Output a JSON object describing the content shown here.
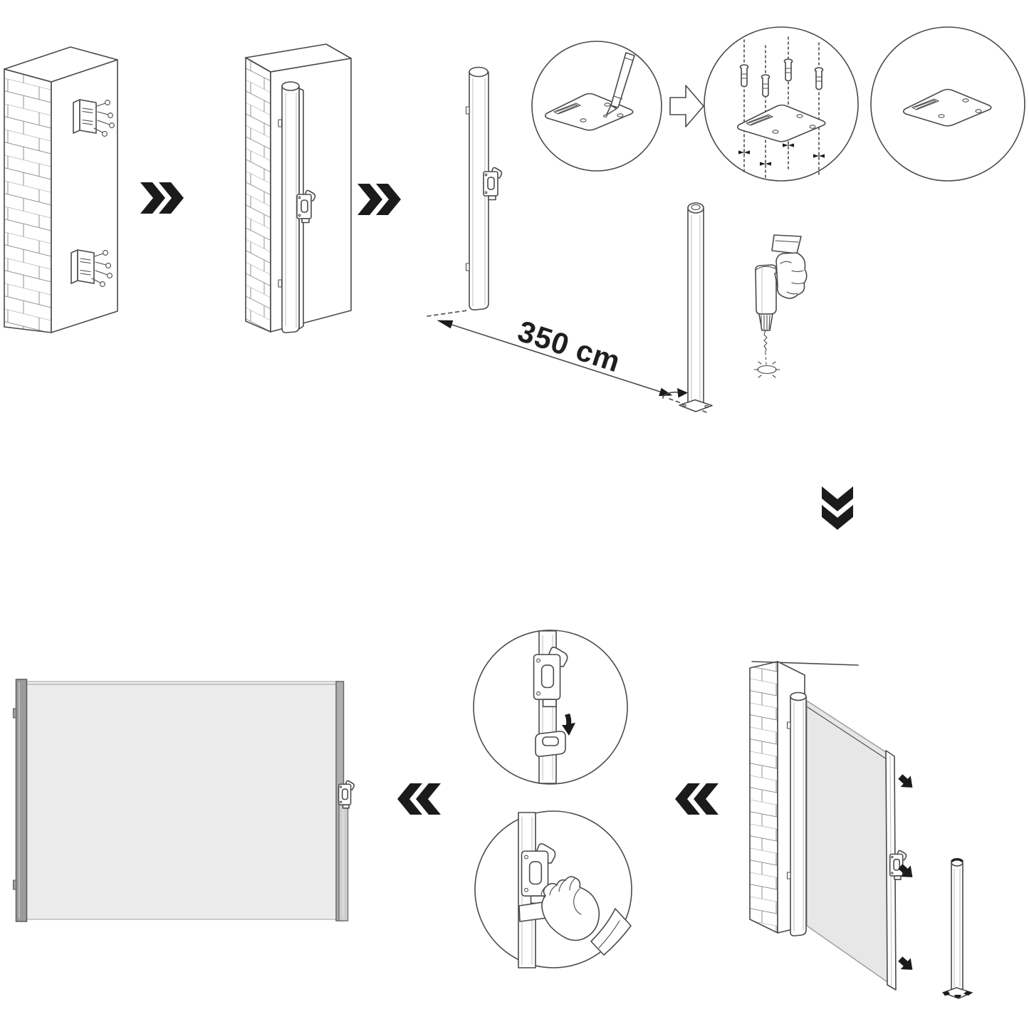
{
  "measurement": {
    "label": "350 cm"
  },
  "flow_icons": {
    "step1_to_step2": "chevron-right",
    "step2_to_step3": "chevron-right",
    "step3_to_step4": "chevron-down",
    "step4_to_step5": "chevron-left",
    "step5_to_step6": "chevron-left",
    "mark_to_anchors": "arrow-right-outline",
    "handle_slide": "arrow-down-solid",
    "plate_rotate": "arrow-rotate",
    "pull_direction": "arrow-down-right-solid"
  },
  "colors": {
    "background": "#ffffff",
    "outline": "#4a4a4a",
    "arrow_black": "#1b1b1b",
    "brick_line": "#909090",
    "fabric_light": "#ececec",
    "fabric_panel": "#e7e7e7",
    "bar_gray": "#9b9b9b",
    "bar_mid": "#aeaeae",
    "pole_light": "#cfcfcf",
    "shade_line": "#c8c8c8"
  }
}
